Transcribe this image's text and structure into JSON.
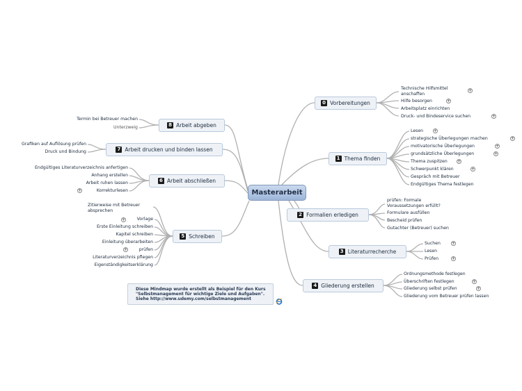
{
  "central": "Masterarbeit",
  "branches": [
    {
      "num": "0",
      "label": "Vorbereitungen",
      "items": [
        "Technische Hilfsmittel anschaffen",
        "Hilfe besorgen",
        "Arbeitsplatz einrichten",
        "Druck- und Bindeservice suchen"
      ]
    },
    {
      "num": "1",
      "label": "Thema finden",
      "items": [
        "Lesen",
        "strategische Überlegungen machen",
        "motivatorische Überlegungen",
        "grundsätzliche Überlegungen",
        "Thema zuspitzen",
        "Schwerpunkt klären",
        "Gespräch mit Betreuer",
        "Endgültiges Thema festlegen"
      ]
    },
    {
      "num": "2",
      "label": "Formalien erledigen",
      "items": [
        "prüfen: Formale Voraussetzungen erfüllt?",
        "Formulare ausfüllen",
        "Bescheid prüfen",
        "Gutachter (Betreuer) suchen"
      ]
    },
    {
      "num": "3",
      "label": "Literaturrecherche",
      "items": [
        "Suchen",
        "Lesen",
        "Prüfen"
      ]
    },
    {
      "num": "4",
      "label": "Gliederung erstellen",
      "items": [
        "Ordnungsmethode festlegen",
        "Überschriften festlegen",
        "Gliederung selbst prüfen",
        "Gliederung vom Betreuer prüfen lassen"
      ]
    },
    {
      "num": "5",
      "label": "Schreiben",
      "items": [
        "Zitierweise mit Betreuer absprechen",
        "Vorlage",
        "Erste Einleitung schreiben",
        "Kapitel schreiben",
        "Einleitung überarbeiten",
        "prüfen",
        "Literaturverzeichnis pflegen",
        "Eigenständigkeitserklärung"
      ]
    },
    {
      "num": "6",
      "label": "Arbeit abschließen",
      "items": [
        "Endgültiges Literaturverzeichnis anfertigen",
        "Anhang erstellen",
        "Arbeit ruhen lassen",
        "Korrekturlesen"
      ]
    },
    {
      "num": "7",
      "label": "Arbeit drucken und binden lassen",
      "items": [
        "Grafiken auf Auflösung prüfen",
        "Druck und Bindung"
      ]
    },
    {
      "num": "8",
      "label": "Arbeit abgeben",
      "items": [
        "Termin bei Betreuer machen",
        "Unterzweig"
      ]
    }
  ],
  "note": {
    "lines": [
      "Diese Mindmap wurde erstellt als Beispiel für den Kurs",
      "\"Selbstmanagement für wichtige Ziele und Aufgaben\".",
      "Siehe http://www.udemy.com/selbstmanagement"
    ]
  },
  "colors": {
    "central_fill": "#a9c0e0",
    "branch_fill": "#eef2f7",
    "line": "#a7a7a7"
  },
  "icons": {
    "expand": "plus-circle-icon",
    "link": "web-link-icon"
  }
}
